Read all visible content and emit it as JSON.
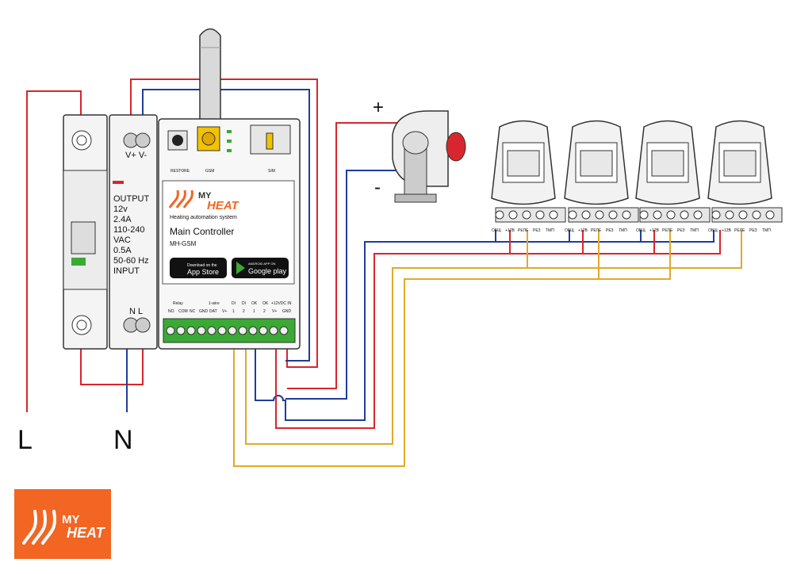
{
  "mains": {
    "line_label": "L",
    "neutral_label": "N"
  },
  "power_supply": {
    "terminal_top": "V+ V-",
    "terminal_bottom": "N  L",
    "spec_lines": [
      "OUTPUT",
      "12v",
      "2.4A",
      "110-240",
      "VAC",
      "0.5A",
      "50-60 Hz",
      "INPUT"
    ]
  },
  "controller": {
    "restore_label": "RESTORE",
    "gsm_label": "GSM",
    "sim_label": "SIM",
    "logo_text_top": "MY",
    "logo_text_bottom": "HEAT",
    "tagline": "Heating automation system",
    "title": "Main Controller",
    "model": "MH-GSM",
    "app_store_small": "Download on the",
    "app_store_big": "App Store",
    "google_small": "ANDROID APP ON",
    "google_big": "Google play",
    "group_labels": [
      "Relay",
      "1-wire",
      "DI",
      "DI",
      "OK",
      "OK",
      "+12VDC IN"
    ],
    "pin_labels": [
      "NO",
      "COM",
      "NC",
      "GND",
      "DAT",
      "V+",
      "1",
      "2",
      "1",
      "2",
      "V+",
      "GND"
    ]
  },
  "siren": {
    "plus_label": "+",
    "minus_label": "-"
  },
  "detectors": {
    "terminal_labels": [
      "ОБЩ",
      "+12В",
      "РЕЛЕ",
      "РЕЗ",
      "ТМП"
    ]
  },
  "brand_logo": {
    "top": "MY",
    "bottom": "HEAT",
    "bg_color": "#f26522"
  },
  "colors": {
    "red": "#d7262d",
    "blue": "#1f3d9c",
    "yellow": "#e0a92a",
    "gray": "#666666",
    "green": "#3aaa35"
  }
}
